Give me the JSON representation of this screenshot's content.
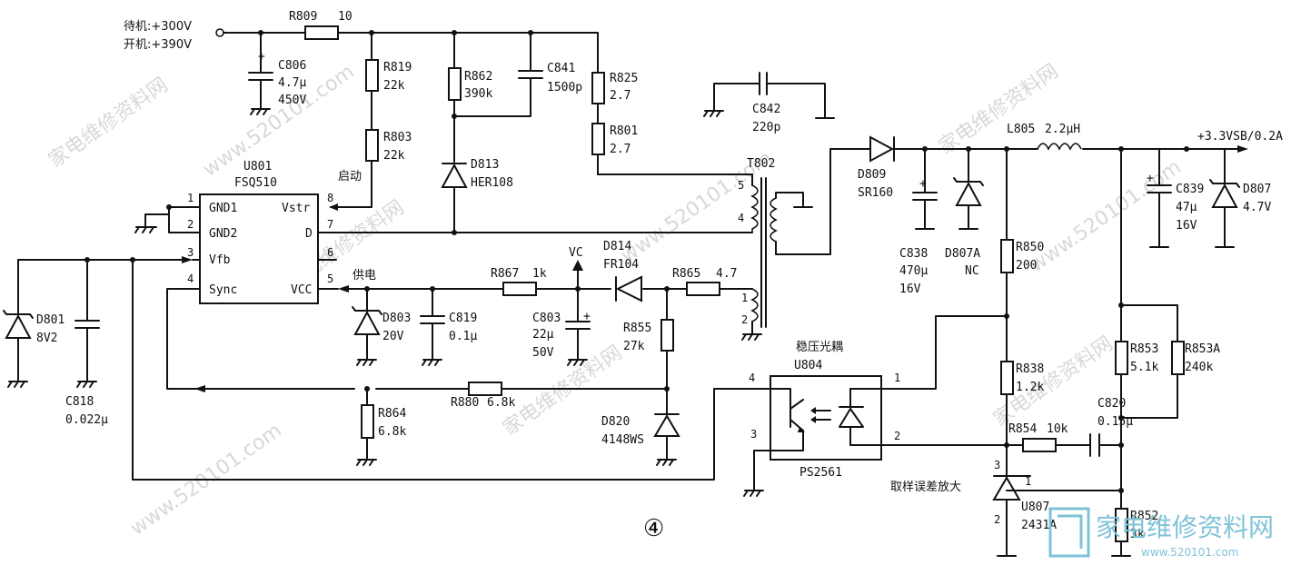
{
  "supply": {
    "standby": "待机:+300V",
    "on": "开机:+390V"
  },
  "output": {
    "label": "+3.3VSB/0.2A"
  },
  "figure_number": "④",
  "notes": {
    "startup": "启动",
    "power": "供电",
    "vc": "VC",
    "opto_title": "稳压光耦",
    "error_amp": "取样误差放大"
  },
  "ic": {
    "ref": "U801",
    "part": "FSQ510",
    "pins": [
      {
        "num": "1",
        "name": "GND1"
      },
      {
        "num": "2",
        "name": "GND2"
      },
      {
        "num": "3",
        "name": "Vfb"
      },
      {
        "num": "4",
        "name": "Sync"
      },
      {
        "num": "8",
        "name": "Vstr"
      },
      {
        "num": "7",
        "name": "D"
      },
      {
        "num": "6",
        "name": ""
      },
      {
        "num": "5",
        "name": "VCC"
      }
    ]
  },
  "opto": {
    "ref": "U804",
    "part": "PS2561",
    "pins": [
      "4",
      "3",
      "1",
      "2"
    ]
  },
  "transformer": {
    "ref": "T802",
    "pins": [
      "5",
      "4",
      "1",
      "2"
    ]
  },
  "shunt": {
    "ref": "U807",
    "part": "2431A",
    "pins": [
      "3",
      "1",
      "2"
    ]
  },
  "resistors": {
    "R809": {
      "ref": "R809",
      "value": "10"
    },
    "R819": {
      "ref": "R819",
      "value": "22k"
    },
    "R803": {
      "ref": "R803",
      "value": "22k"
    },
    "R862": {
      "ref": "R862",
      "value": "390k"
    },
    "R825": {
      "ref": "R825",
      "value": "2.7"
    },
    "R801": {
      "ref": "R801",
      "value": "2.7"
    },
    "R867": {
      "ref": "R867",
      "value": "1k"
    },
    "R865": {
      "ref": "R865",
      "value": "4.7"
    },
    "R855": {
      "ref": "R855",
      "value": "27k"
    },
    "R864": {
      "ref": "R864",
      "value": "6.8k"
    },
    "R880": {
      "ref": "R880",
      "value": "6.8k"
    },
    "R850": {
      "ref": "R850",
      "value": "200"
    },
    "R838": {
      "ref": "R838",
      "value": "1.2k"
    },
    "R854": {
      "ref": "R854",
      "value": "10k"
    },
    "R853": {
      "ref": "R853",
      "value": "5.1k"
    },
    "R853A": {
      "ref": "R853A",
      "value": "240k"
    },
    "R852": {
      "ref": "R852",
      "value": "3k"
    }
  },
  "capacitors": {
    "C806": {
      "ref": "C806",
      "value": "4.7μ",
      "voltage": "450V"
    },
    "C841": {
      "ref": "C841",
      "value": "1500p"
    },
    "C842": {
      "ref": "C842",
      "value": "220p"
    },
    "C818": {
      "ref": "C818",
      "value": "0.022μ"
    },
    "C819": {
      "ref": "C819",
      "value": "0.1μ"
    },
    "C803": {
      "ref": "C803",
      "value": "22μ",
      "voltage": "50V"
    },
    "C838": {
      "ref": "C838",
      "value": "470μ",
      "voltage": "16V"
    },
    "C839": {
      "ref": "C839",
      "value": "47μ",
      "voltage": "16V"
    },
    "C820": {
      "ref": "C820",
      "value": "0.15μ"
    }
  },
  "diodes": {
    "D813": {
      "ref": "D813",
      "value": "HER108"
    },
    "D814": {
      "ref": "D814",
      "value": "FR104"
    },
    "D801": {
      "ref": "D801",
      "value": "8V2"
    },
    "D803": {
      "ref": "D803",
      "value": "20V"
    },
    "D820": {
      "ref": "D820",
      "value": "4148WS"
    },
    "D809": {
      "ref": "D809",
      "value": "SR160"
    },
    "D807A": {
      "ref": "D807A",
      "value": "NC"
    },
    "D807": {
      "ref": "D807",
      "value": "4.7V"
    }
  },
  "inductor": {
    "ref": "L805",
    "value": "2.2μH"
  },
  "watermark": {
    "site": "家电维修资料网",
    "url": "www.520101.com"
  },
  "logo": {
    "cn": "家电维修资料网",
    "url": "www.520101.com"
  }
}
